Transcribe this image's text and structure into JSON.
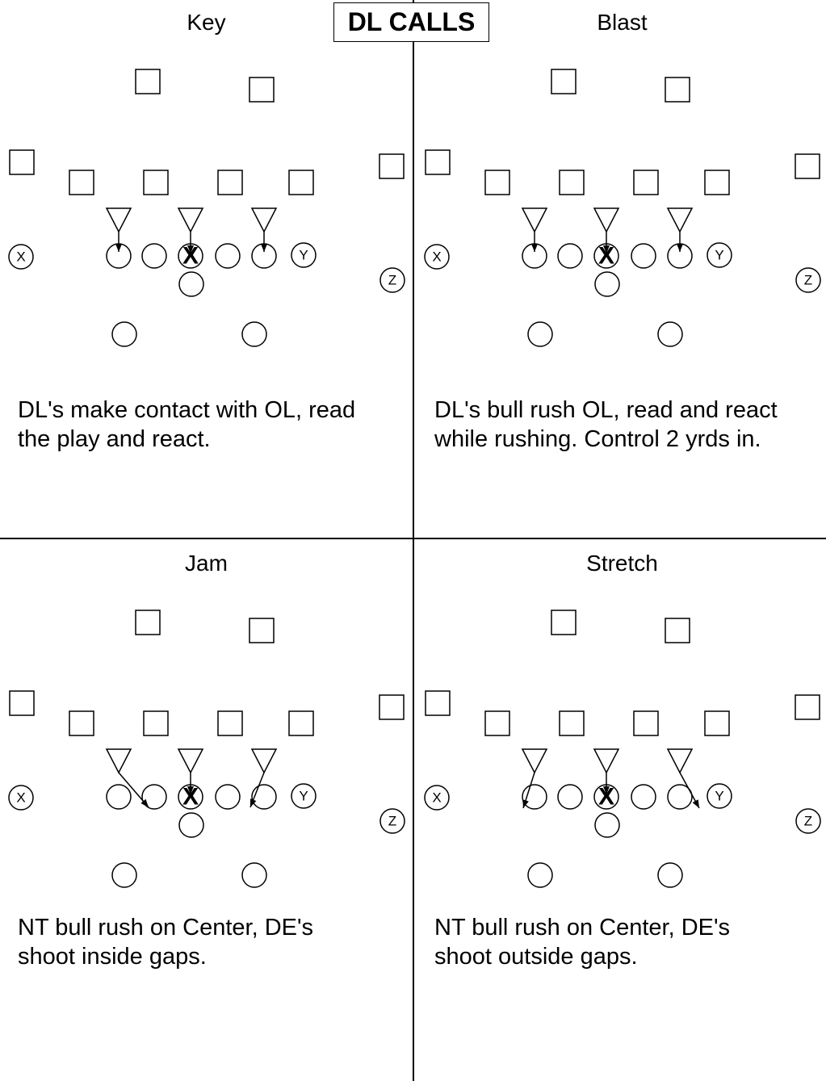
{
  "title": "DL CALLS",
  "colors": {
    "line": "#000000",
    "background": "#ffffff"
  },
  "player_labels": {
    "split_end": "X",
    "tight_end": "Y",
    "flanker": "Z",
    "center_mark": "X"
  },
  "panels": [
    {
      "name": "Key",
      "description": "DL's make contact with OL, read\nthe play and react.",
      "rush": "contact"
    },
    {
      "name": "Blast",
      "description": "DL's bull rush OL, read and react\nwhile rushing.  Control 2 yrds in.",
      "rush": "contact"
    },
    {
      "name": "Jam",
      "description": "NT bull rush on Center, DE's\nshoot inside gaps.",
      "rush": "inside"
    },
    {
      "name": "Stretch",
      "description": "NT bull rush on Center, DE's\nshoot outside gaps.",
      "rush": "outside"
    }
  ]
}
